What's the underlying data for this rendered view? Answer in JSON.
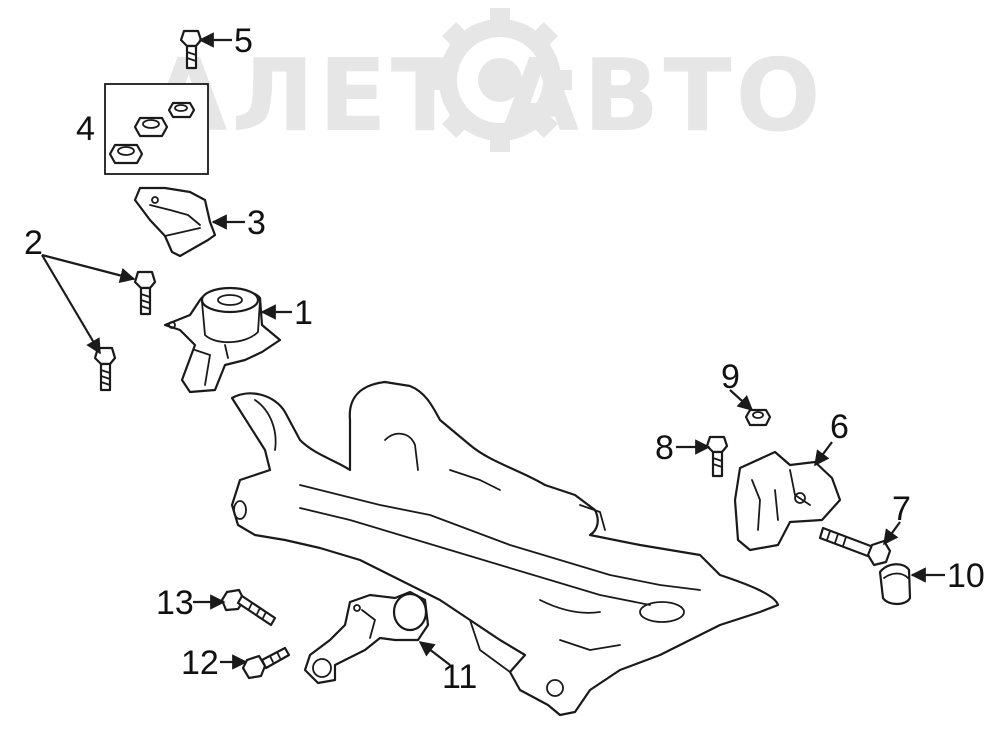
{
  "watermark": {
    "text": "АЛЕТ АВТО",
    "icon": "gear-icon"
  },
  "callouts": [
    {
      "id": "c1",
      "label": "1"
    },
    {
      "id": "c2",
      "label": "2"
    },
    {
      "id": "c3",
      "label": "3"
    },
    {
      "id": "c4",
      "label": "4"
    },
    {
      "id": "c5",
      "label": "5"
    },
    {
      "id": "c6",
      "label": "6"
    },
    {
      "id": "c7",
      "label": "7"
    },
    {
      "id": "c8",
      "label": "8"
    },
    {
      "id": "c9",
      "label": "9"
    },
    {
      "id": "c10",
      "label": "10"
    },
    {
      "id": "c11",
      "label": "11"
    },
    {
      "id": "c12",
      "label": "12"
    },
    {
      "id": "c13",
      "label": "13"
    }
  ]
}
